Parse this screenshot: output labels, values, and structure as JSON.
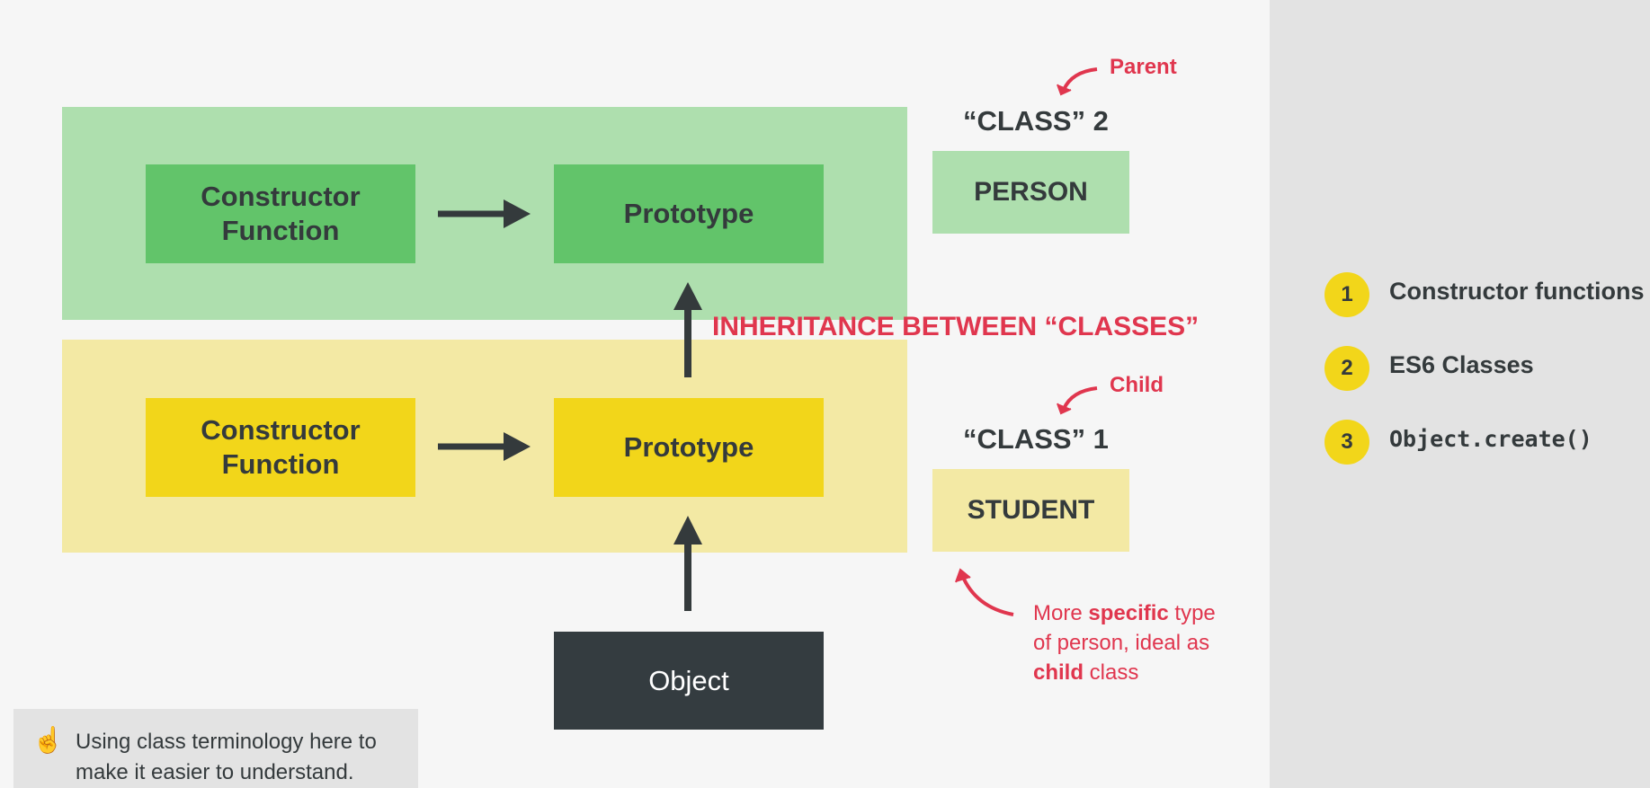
{
  "title": "INHERITANCE BETWEEN “CLASSES”",
  "colors": {
    "green_band": "#aedfae",
    "green_box": "#62c46a",
    "yellow_band": "#f3e9a4",
    "yellow_box": "#f2d61a",
    "object_box": "#343c40",
    "accent_red": "#e0364e",
    "text_dark": "#343a3c"
  },
  "parent_row": {
    "constructor_label_line1": "Constructor",
    "constructor_label_line2": "Function",
    "prototype_label": "Prototype"
  },
  "child_row": {
    "constructor_label_line1": "Constructor",
    "constructor_label_line2": "Function",
    "prototype_label": "Prototype"
  },
  "object_label": "Object",
  "class2": {
    "heading": "“CLASS” 2",
    "name": "PERSON",
    "annotation": "Parent"
  },
  "class1": {
    "heading": "“CLASS” 1",
    "name": "STUDENT",
    "annotation": "Child"
  },
  "child_note": {
    "line1_a": "More ",
    "line1_b": "specific",
    "line1_c": " type",
    "line2": "of person, ideal as",
    "line3_a": "child",
    "line3_b": " class"
  },
  "footnote": {
    "icon": "pointing-up-icon",
    "glyph": "☝",
    "line1": "Using class terminology here to",
    "line2": "make it easier to understand."
  },
  "sidebar": {
    "items": [
      {
        "number": "1",
        "label": "Constructor functions"
      },
      {
        "number": "2",
        "label": "ES6 Classes"
      },
      {
        "number": "3",
        "label": "Object.create()"
      }
    ]
  }
}
